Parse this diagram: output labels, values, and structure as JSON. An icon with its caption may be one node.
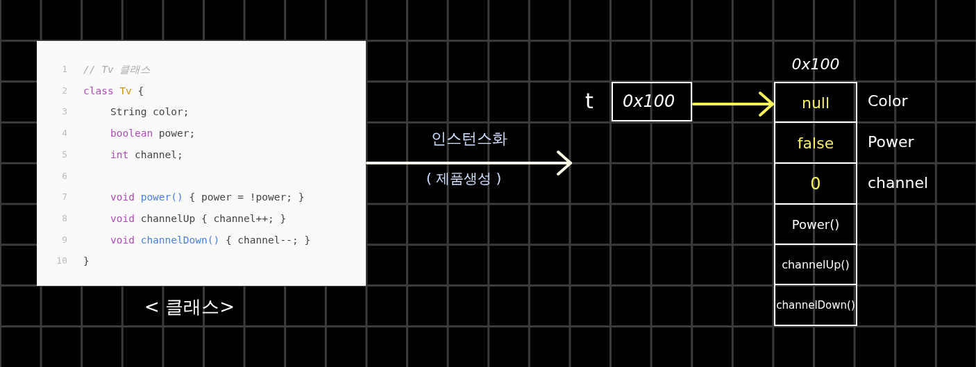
{
  "diagram": {
    "nodes": [
      {
        "text": [
          "// Tv 클래스",
          "class Tv {",
          "String color;",
          "boolean power;",
          "int channel;",
          "void power() { power = !power; }",
          "void channelUp { channel++; }",
          "void channelDown() { channel--; }",
          "}"
        ],
        "beside": [
          "< 클래스>"
        ]
      },
      {
        "text": [
          "0x100"
        ],
        "beside": [
          "t"
        ]
      },
      {
        "text": [
          "0x100"
        ]
      },
      {
        "text": [
          "null"
        ],
        "in": 2,
        "beside": [
          "Color"
        ]
      },
      {
        "text": [
          "false"
        ],
        "in": 2,
        "beside": [
          "Power"
        ]
      },
      {
        "text": [
          "0"
        ],
        "in": 2,
        "beside": [
          "channel"
        ]
      },
      {
        "text": [
          "Power()"
        ],
        "in": 2
      },
      {
        "text": [
          "channelUp()"
        ],
        "in": 2
      },
      {
        "text": [
          "channelDown()"
        ],
        "in": 2
      }
    ],
    "edges": [
      {
        "from": 0,
        "to": null,
        "arrow": "to",
        "label": "인스턴스화"
      },
      {
        "from": 1,
        "to": 3,
        "arrow": "to",
        "color": "#fff65a"
      }
    ],
    "labels": [
      "1",
      "2",
      "3",
      "4",
      "5",
      "6",
      "7",
      "8",
      "9",
      "10",
      "( 제품생성 )"
    ]
  }
}
